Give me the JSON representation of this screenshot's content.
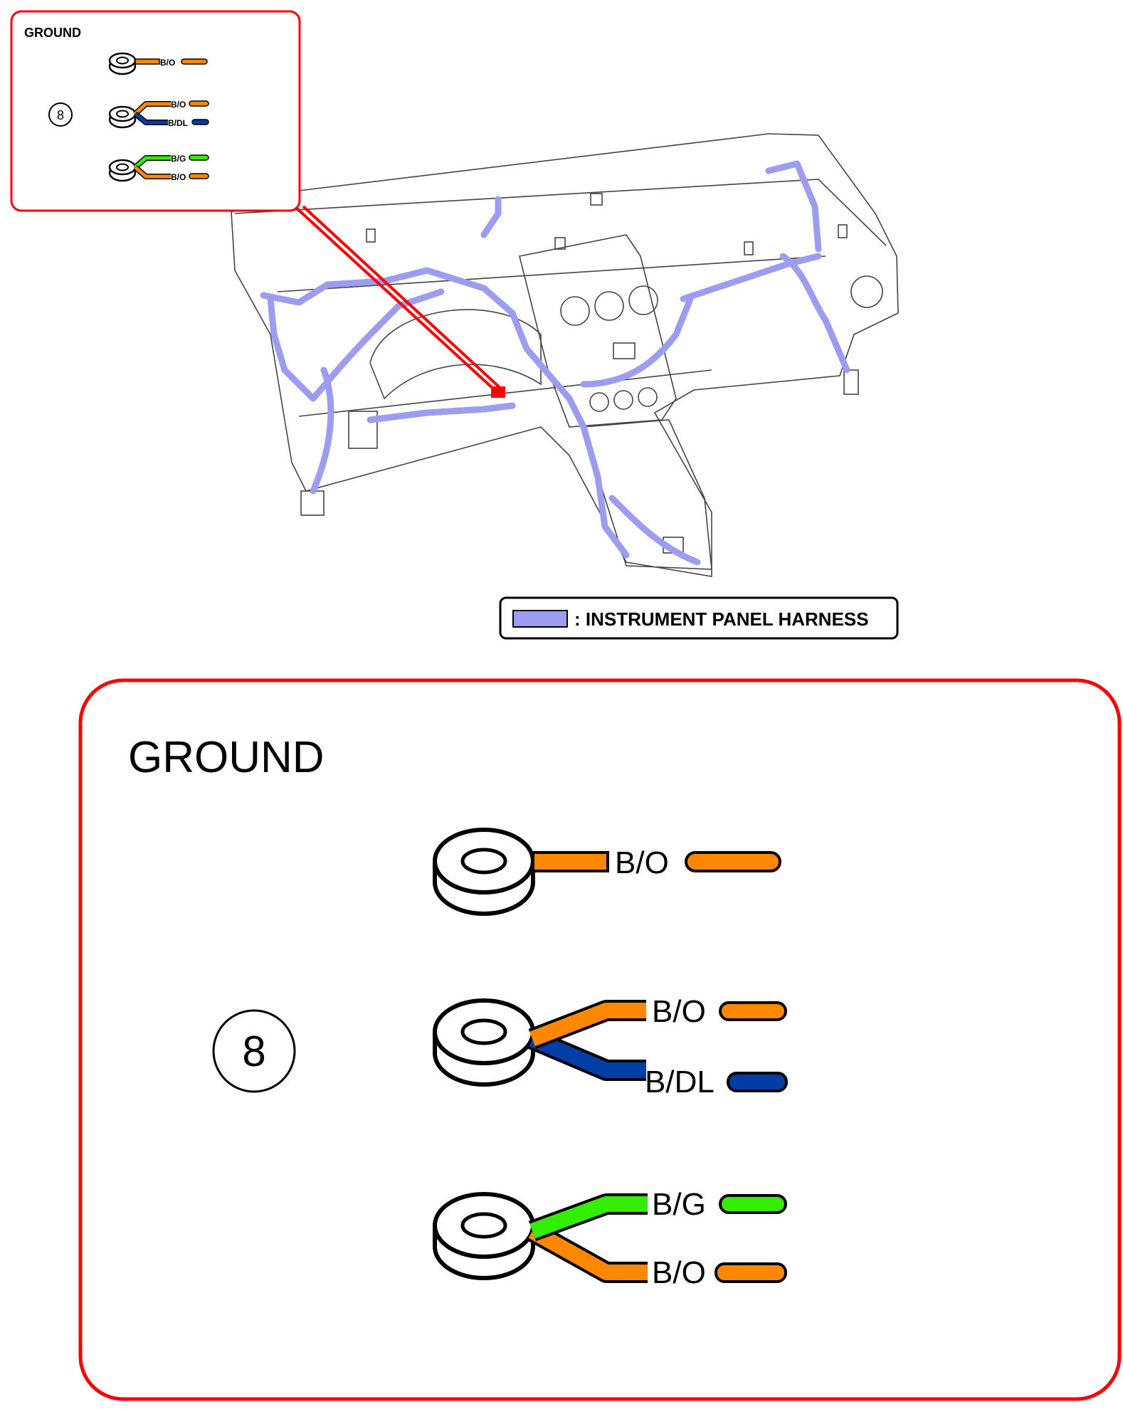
{
  "inset": {
    "title": "GROUND",
    "ground_number": "8",
    "terminals": [
      {
        "wires": [
          {
            "label": "B/O",
            "color": "#ff8800"
          }
        ]
      },
      {
        "wires": [
          {
            "label": "B/O",
            "color": "#ff8800"
          },
          {
            "label": "B/DL",
            "color": "#003da5"
          }
        ]
      },
      {
        "wires": [
          {
            "label": "B/G",
            "color": "#33ee00"
          },
          {
            "label": "B/O",
            "color": "#ff8800"
          }
        ]
      }
    ]
  },
  "legend": {
    "label": ": INSTRUMENT PANEL HARNESS",
    "swatch_color": "#9c9cf0"
  },
  "detail": {
    "title": "GROUND",
    "ground_number": "8",
    "terminals": [
      {
        "wires": [
          {
            "label": "B/O",
            "color": "#ff8800"
          }
        ]
      },
      {
        "wires": [
          {
            "label": "B/O",
            "color": "#ff8800"
          },
          {
            "label": "B/DL",
            "color": "#003da5"
          }
        ]
      },
      {
        "wires": [
          {
            "label": "B/G",
            "color": "#33ee00"
          },
          {
            "label": "B/O",
            "color": "#ff8800"
          }
        ]
      }
    ]
  },
  "colors": {
    "callout_border": "#ff0000",
    "harness": "#9c9cf0",
    "outline": "#000000",
    "ground_marker": "#ff0000"
  }
}
